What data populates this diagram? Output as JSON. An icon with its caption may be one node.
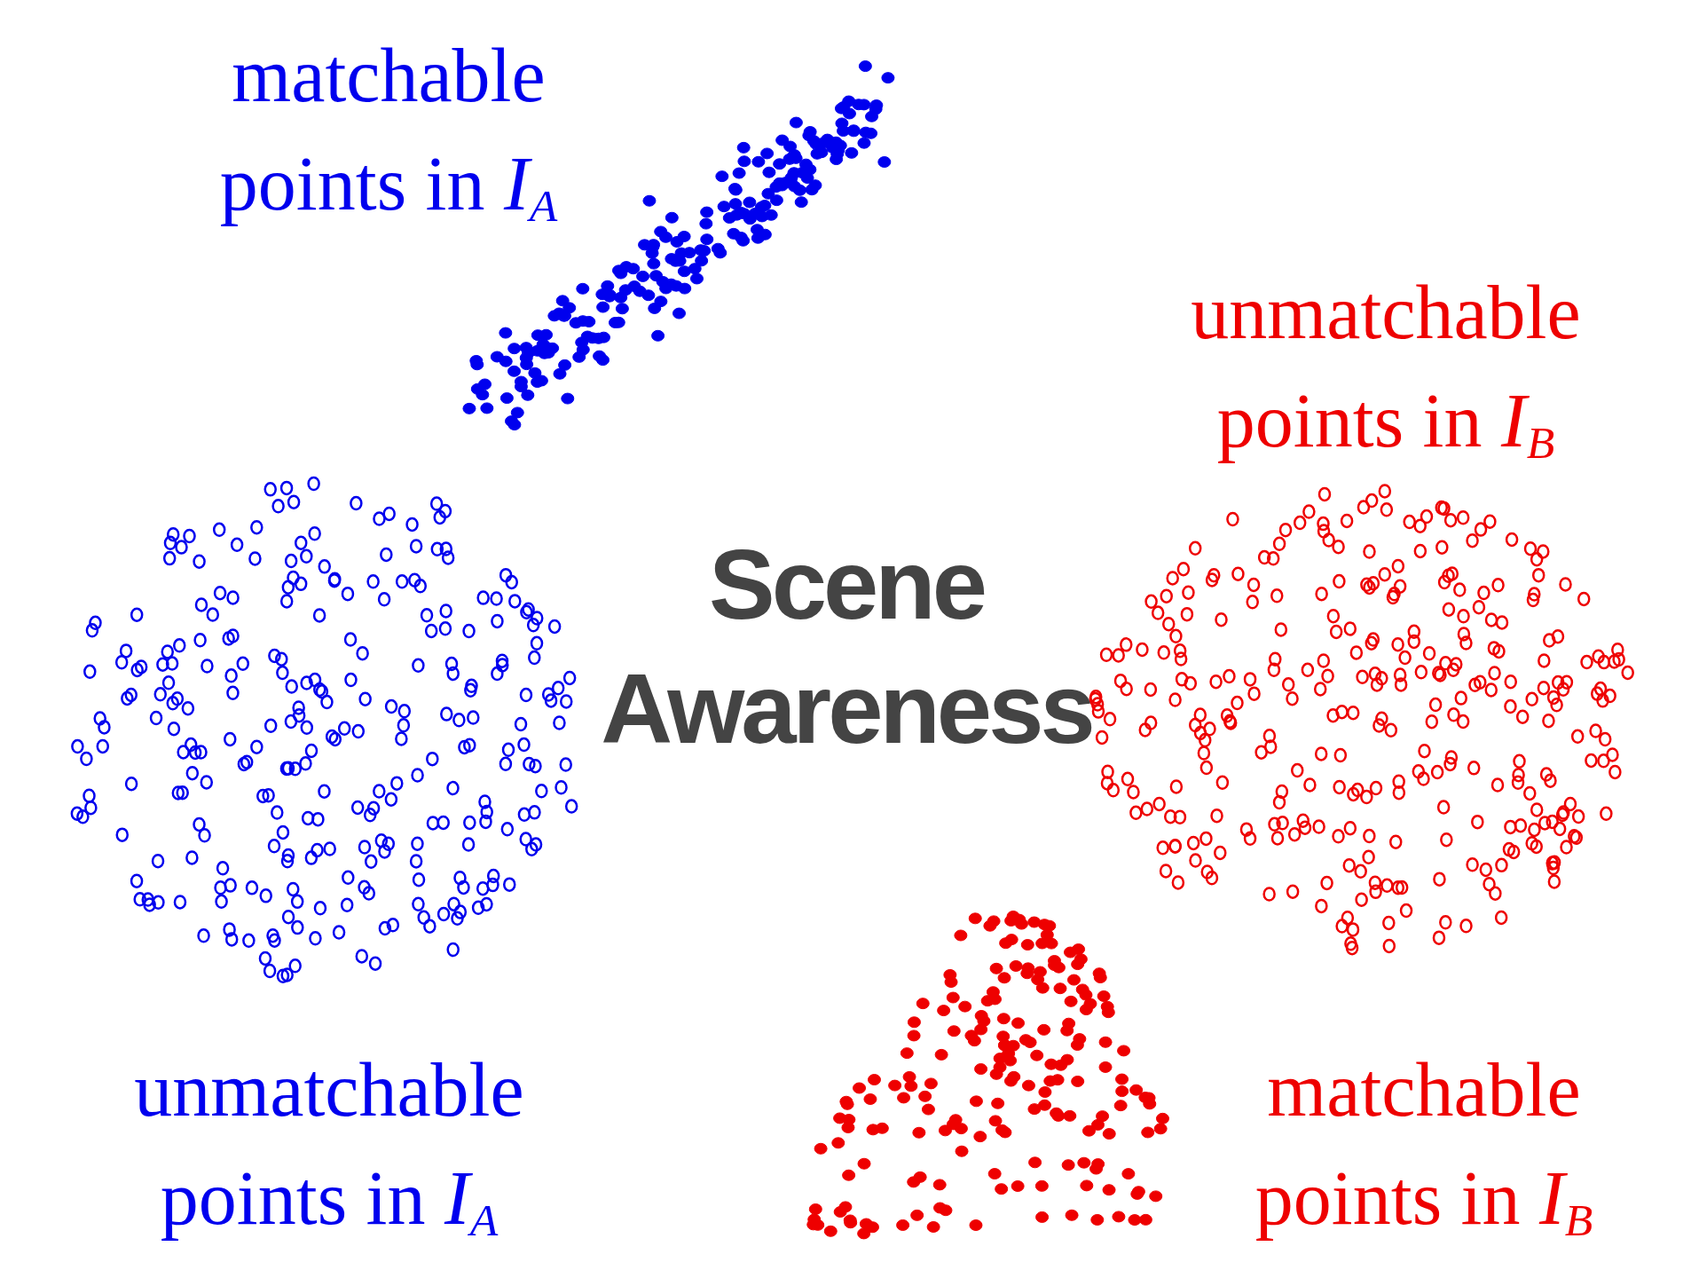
{
  "diagram": {
    "labels": [
      "matchable points in *I*$_{A}$",
      "unmatchable points in *I*$_{B}$",
      "Scene Awareness",
      "unmatchable points in *I*$_{A}$",
      "matchable points in *I*$_{B}$"
    ]
  }
}
